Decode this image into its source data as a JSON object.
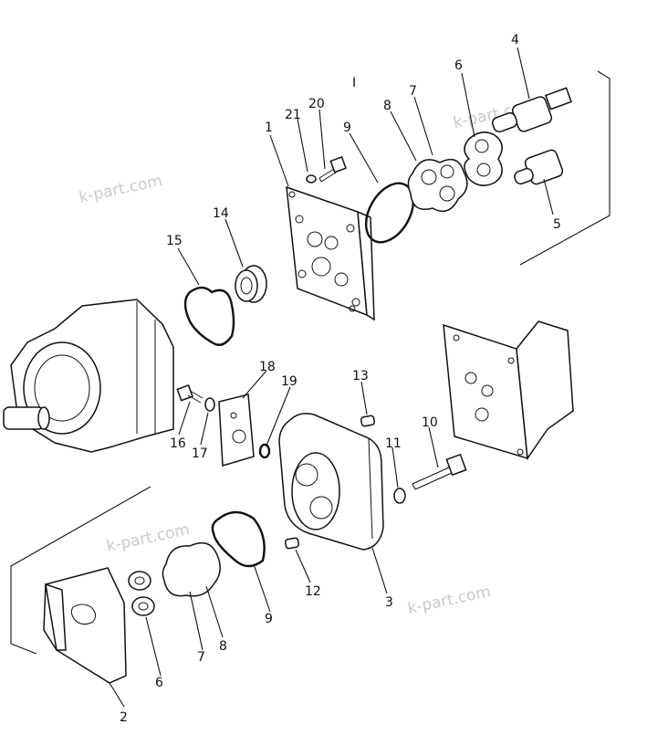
{
  "diagram": {
    "top_mark": "I",
    "labels": [
      {
        "id": "1",
        "text": "1"
      },
      {
        "id": "2",
        "text": "2"
      },
      {
        "id": "3",
        "text": "3"
      },
      {
        "id": "4",
        "text": "4"
      },
      {
        "id": "5",
        "text": "5"
      },
      {
        "id": "6a",
        "text": "6"
      },
      {
        "id": "6b",
        "text": "6"
      },
      {
        "id": "7a",
        "text": "7"
      },
      {
        "id": "7b",
        "text": "7"
      },
      {
        "id": "8a",
        "text": "8"
      },
      {
        "id": "8b",
        "text": "8"
      },
      {
        "id": "9a",
        "text": "9"
      },
      {
        "id": "9b",
        "text": "9"
      },
      {
        "id": "10",
        "text": "10"
      },
      {
        "id": "11",
        "text": "11"
      },
      {
        "id": "12",
        "text": "12"
      },
      {
        "id": "13",
        "text": "13"
      },
      {
        "id": "14",
        "text": "14"
      },
      {
        "id": "15",
        "text": "15"
      },
      {
        "id": "16",
        "text": "16"
      },
      {
        "id": "17",
        "text": "17"
      },
      {
        "id": "18",
        "text": "18"
      },
      {
        "id": "19",
        "text": "19"
      },
      {
        "id": "20",
        "text": "20"
      },
      {
        "id": "21",
        "text": "21"
      }
    ],
    "watermarks": [
      "k-part.com",
      "k-part.com",
      "k-part.com",
      "k-part.com"
    ]
  }
}
